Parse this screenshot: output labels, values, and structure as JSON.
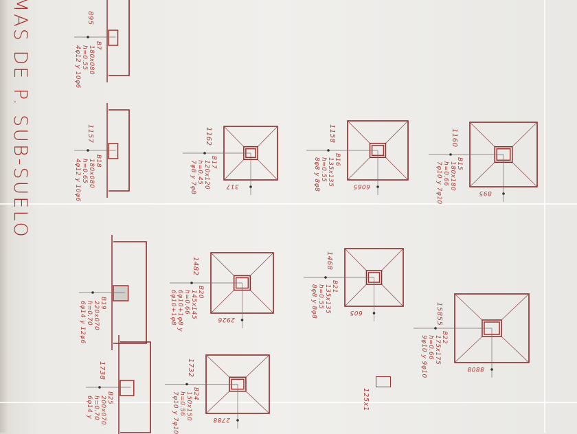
{
  "title": "MAS DE P. SUB-SUELO",
  "footings": [
    {
      "id": "B15",
      "dim_left": "1160",
      "dim_bottom": "895",
      "spec": [
        "B15",
        "180x180",
        "h=0.66",
        "7φ10 y 7φ10"
      ]
    },
    {
      "id": "B16",
      "dim_left": "1158",
      "dim_bottom": "6065",
      "spec": [
        "B16",
        "135x135",
        "h=0.55",
        "8φ8 y 8φ8"
      ]
    },
    {
      "id": "B17",
      "dim_left": "1162",
      "dim_bottom": "317",
      "spec": [
        "B17",
        "120x120",
        "h=0.45",
        "7φ8 y 7φ8"
      ]
    },
    {
      "id": "B21",
      "dim_left": "1468",
      "dim_bottom": "605",
      "spec": [
        "B21",
        "135x135",
        "h=0.55",
        "8φ8 y 8φ8"
      ]
    },
    {
      "id": "B22",
      "dim_left": "15855",
      "dim_bottom": "8808",
      "spec": [
        "B22",
        "175x175",
        "h=0.66",
        "9φ10 y 9φ10"
      ]
    },
    {
      "id": "B20",
      "dim_left": "1482",
      "dim_bottom": "2926",
      "spec": [
        "B20",
        "145x145",
        "h=0.66",
        "6φ10+1φ8 y",
        "6φ10+1φ8"
      ]
    },
    {
      "id": "B24",
      "dim_left": "1732",
      "dim_bottom": "2788",
      "spec": [
        "B24",
        "150x150",
        "h=0.56",
        "7φ10 y 7φ10"
      ]
    }
  ],
  "strips": [
    {
      "id": "B7",
      "dim_left": "895",
      "spec": [
        "B7",
        "180x080",
        "h=0.55",
        "4φ12 y 10φ6"
      ]
    },
    {
      "id": "B18",
      "dim_left": "1157",
      "spec": [
        "B18",
        "180x080",
        "h=0.65",
        "4φ12 y 10φ6"
      ]
    },
    {
      "id": "B19",
      "dim_left": "",
      "spec": [
        "B19",
        "220x070",
        "h=0.70",
        "6φ14 y 12φ6"
      ]
    },
    {
      "id": "B25",
      "dim_left": "1738",
      "spec": [
        "B25",
        "200x070",
        "h=0.70",
        "6φ14 y"
      ]
    }
  ],
  "note": "125x1"
}
